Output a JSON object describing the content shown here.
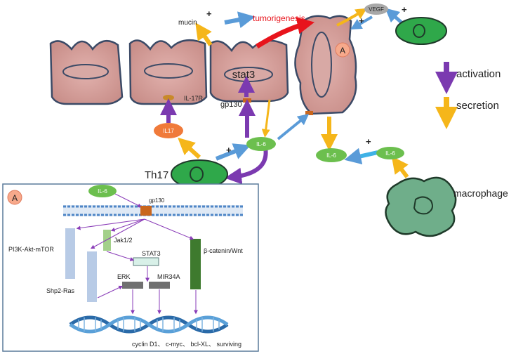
{
  "labels": {
    "mucin": "mucin",
    "tumorigenesis": "tumorigenesis",
    "vegf": "VEGF",
    "cell_a_badge": "A",
    "stat3": "stat3",
    "il17r": "IL-17R",
    "gp130": "gp130",
    "il17": "IL17",
    "il6_center": "IL-6",
    "il6_right_1": "IL-6",
    "il6_right_2": "IL-6",
    "th17": "Th17",
    "macrophage": "macrophage",
    "plus": "+"
  },
  "legend": {
    "activation": "activation",
    "secretion": "secretion"
  },
  "inset": {
    "badge": "A",
    "il6": "IL-6",
    "gp130": "gp130",
    "pi3k": "PI3K-Akt-mTOR",
    "jak": "Jak1/2",
    "stat3": "STAT3",
    "shp2": "Shp2-Ras",
    "erk": "ERK",
    "mir34a": "MIR34A",
    "wnt": "β-catenin/Wnt",
    "targets": "cyclin D1、 c-myc、 bcl-XL、 surviving"
  },
  "colors": {
    "epithelium": "#d6a3a0",
    "activation": "#7b3ab0",
    "secretion": "#f5b61a",
    "signal": "#5a9bd8",
    "tumor_arrow": "#e8141c",
    "il6_fill": "#6cbf4e",
    "il17_fill": "#f07a3a",
    "th17_fill": "#2fa84a",
    "macrophage_fill": "#6fae8a"
  }
}
